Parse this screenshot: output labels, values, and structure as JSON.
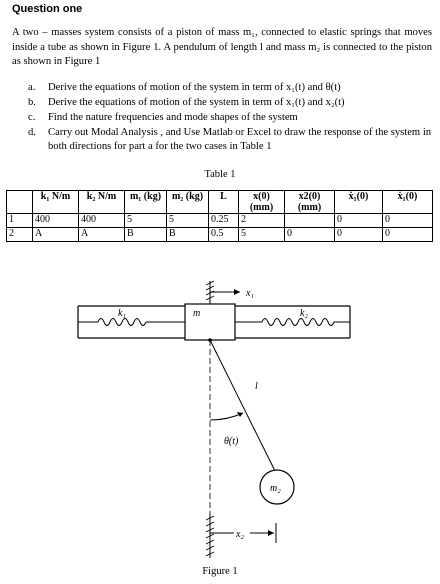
{
  "heading": "Question one",
  "intro": "A two – masses system consists of a piston of mass m₁, connected to elastic springs that moves inside a tube as shown in Figure 1. A pendulum of length l and mass m₂ is connected to the piston as shown in Figure 1",
  "tasks": [
    {
      "marker": "a.",
      "text": "Derive the equations of motion of the system in term of x₁(t) and θ(t)"
    },
    {
      "marker": "b.",
      "text": "Derive the equations of motion of the system in term of x₁(t) and x₂(t)"
    },
    {
      "marker": "c.",
      "text": "Find the nature frequencies and mode shapes of the system"
    },
    {
      "marker": "d.",
      "text": "Carry out Modal Analysis , and Use Matlab or Excel to draw the response of the system in both directions for part a for the two cases in Table 1"
    }
  ],
  "table": {
    "caption": "Table 1",
    "headers": [
      "",
      "k₁ N/m",
      "k₂ N/m",
      "m₁ (kg)",
      "m₂ (kg)",
      "L",
      "x(0) (mm)",
      "x2(0) (mm)",
      "ẋ₁(0)",
      "ẋ₁(0)"
    ],
    "rows": [
      [
        "1",
        "400",
        "400",
        "5",
        "5",
        "0.25",
        "2",
        "",
        "0",
        "0"
      ],
      [
        "2",
        "A",
        "A",
        "B",
        "B",
        "0.5",
        "5",
        "0",
        "0",
        "0"
      ]
    ]
  },
  "figure": {
    "caption": "Figure 1",
    "labels": {
      "k1": "k₁",
      "k2": "k₂",
      "m": "m",
      "m2": "m₂",
      "l": "l",
      "theta": "θ(t)",
      "x1": "x₁",
      "x2": "x₂"
    }
  }
}
